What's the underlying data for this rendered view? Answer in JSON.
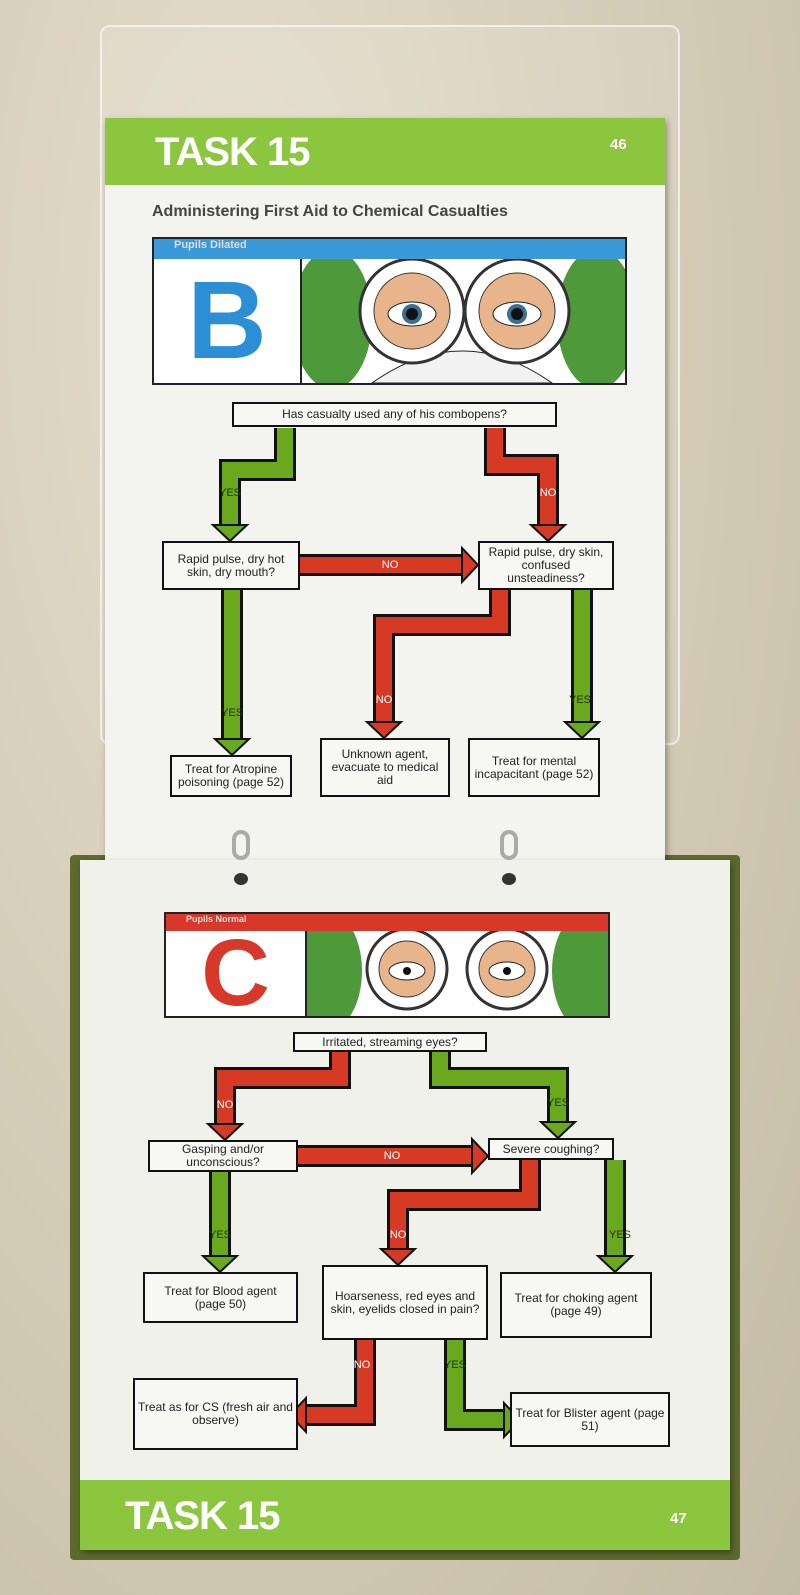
{
  "top_page": {
    "header": {
      "task": "TASK 15",
      "page_number": "46"
    },
    "title": "Administering First Aid to Chemical Casualties",
    "panel": {
      "bar_label": "Pupils Dilated",
      "letter": "B",
      "bar_color": "#3a9ad9",
      "letter_color": "#2c8fd6"
    },
    "nodes": {
      "q1": "Has casualty used any of his combopens?",
      "q2": "Rapid pulse, dry hot skin, dry mouth?",
      "q3": "Rapid pulse, dry skin, confused unsteadiness?",
      "r1": "Treat for Atropine poisoning (page 52)",
      "r2": "Unknown agent, evacuate to medical aid",
      "r3": "Treat for mental incapacitant (page 52)"
    },
    "labels": {
      "yes1": "YES",
      "no1": "NO",
      "no2": "NO",
      "yes2": "YES",
      "no3": "NO",
      "yes3": "YES"
    }
  },
  "bottom_page": {
    "header": {
      "task": "TASK 15",
      "page_number": "47"
    },
    "panel": {
      "bar_label": "Pupils Normal",
      "letter": "C",
      "bar_color": "#d8382a",
      "letter_color": "#d8382a"
    },
    "nodes": {
      "q1": "Irritated, streaming eyes?",
      "q2": "Gasping and/or unconscious?",
      "q3": "Severe coughing?",
      "r1": "Treat for Blood agent (page 50)",
      "q4": "Hoarseness, red eyes and skin, eyelids closed in pain?",
      "r2": "Treat for choking agent (page 49)",
      "r3": "Treat as for CS (fresh air and observe)",
      "r4": "Treat for Blister agent (page 51)"
    },
    "labels": {
      "no1": "NO",
      "yes1": "YES",
      "no2": "NO",
      "yes2": "YES",
      "no3": "NO",
      "yes3": "YES",
      "no4": "NO",
      "yes4": "YES"
    }
  },
  "colors": {
    "yes": "#6aa81e",
    "no": "#d63a24",
    "band": "#8cc63f"
  }
}
